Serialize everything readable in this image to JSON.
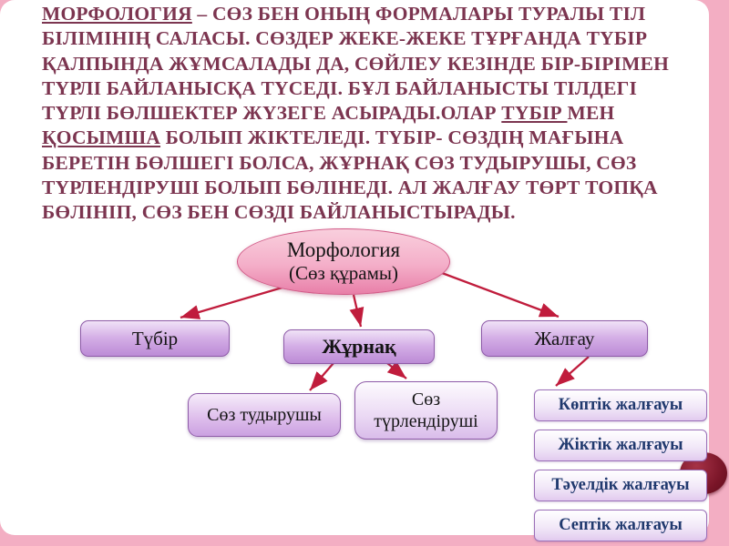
{
  "slide": {
    "paragraph": {
      "segments": [
        {
          "text": "МОРФОЛОГИЯ",
          "underline": true
        },
        {
          "text": " – СӨЗ БЕН ОНЫҢ ФОРМАЛАРЫ ТУРАЛЫ ТІЛ БІЛІМІНІҢ САЛАСЫ. СӨЗДЕР ЖЕКЕ-ЖЕКЕ ТҰРҒАНДА ТҮБІР ҚАЛПЫНДА ЖҰМСАЛАДЫ ДА, СӨЙЛЕУ КЕЗІНДЕ БІР-БІРІМЕН ТҮРЛІ БАЙЛАНЫСҚА ТҮСЕДІ. БҰЛ БАЙЛАНЫСТЫ ТІЛДЕГІ ТҮРЛІ БӨЛШЕКТЕР ЖҮЗЕГЕ АСЫРАДЫ.ОЛАР ",
          "underline": false
        },
        {
          "text": "ТҮБІР ",
          "underline": true
        },
        {
          "text": "МЕН ",
          "underline": false
        },
        {
          "text": "ҚОСЫМША",
          "underline": true
        },
        {
          "text": " БОЛЫП ЖІКТЕЛЕДІ. ТҮБІР- СӨЗДІҢ МАҒЫНА БЕРЕТІН БӨЛШЕГІ БОЛСА, ЖҰРНАҚ СӨЗ ТУДЫРУШЫ, СӨЗ ТҮРЛЕНДІРУШІ БОЛЫП БӨЛІНЕДІ. АЛ ЖАЛҒАУ ТӨРТ ТОПҚА БӨЛІНІП, СӨЗ БЕН СӨЗДІ БАЙЛАНЫСТЫРАДЫ.",
          "underline": false
        }
      ]
    },
    "diagram": {
      "root": {
        "line1": "Морфология",
        "line2": "(Сөз құрамы)"
      },
      "level1": [
        {
          "label": "Түбір"
        },
        {
          "label": "Жұрнақ"
        },
        {
          "label": "Жалғау"
        }
      ],
      "zhurnak_children": [
        {
          "label": "Сөз тудырушы"
        },
        {
          "label": "Сөз түрлендіруші"
        }
      ],
      "zhalgau_children": [
        {
          "label": "Көптік жалғауы"
        },
        {
          "label": "Жіктік жалғауы"
        },
        {
          "label": "Тәуелдік жалғауы"
        },
        {
          "label": "Септік жалғауы"
        }
      ]
    },
    "colors": {
      "frame_pink": "#F3AEC3",
      "paragraph_maroon": "#7C3550",
      "ellipse_pink_light": "#F9CFDD",
      "ellipse_pink_dark": "#E87FA8",
      "ellipse_border": "#D15A87",
      "purple_box_light": "#F0E2F7",
      "purple_box_dark": "#BC8BD6",
      "purple_border": "#8E5BA8",
      "leaf_box_text_navy": "#20396E",
      "arrow_red": "#C01C3C",
      "ball_dark_red": "#7A1528"
    }
  }
}
